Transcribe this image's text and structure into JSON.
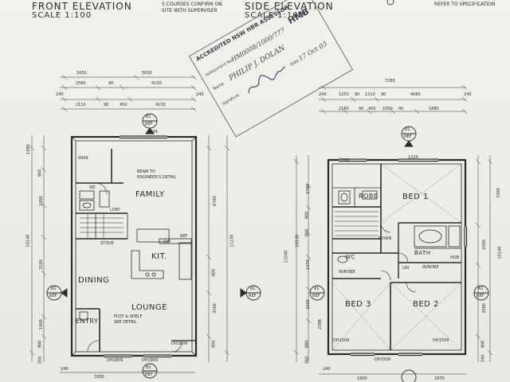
{
  "header": {
    "front_title": "FRONT ELEVATION",
    "front_scale": "SCALE 1:100",
    "side_title": "SIDE ELEVATION",
    "side_scale": "SCALE 1:100",
    "note_courses": "5 COURSES CONFIRM ON",
    "note_site": "SITE WITH SUPERVISER",
    "note_refer": "REFER TO SPECIFICATION"
  },
  "stamp": {
    "line1": "ACCREDITED NSW HBR ASSESSOR",
    "assessment_label": "Assessment No",
    "assessment_value": "HM0008/1000/777",
    "name_label": "Name",
    "name_value": "PHILIP J. DOLAN",
    "signature_label": "Signature",
    "date_label": "Date",
    "date_value": "17 Oct 03",
    "logo": "HMB"
  },
  "plan_left": {
    "rooms": {
      "family": "FAMILY",
      "kit": "KIT.",
      "dining": "DINING",
      "lounge": "LOUNGE",
      "entry": "ENTRY",
      "stove": "STOVE",
      "ref": "REF",
      "dw": "DW",
      "wc": "WC",
      "ldry": "LDRY"
    },
    "notes": {
      "beam1": "BEAM TO",
      "beam2": "ENGINEER'S DETAIL",
      "plot1": "PLOT & SHELF",
      "plot2": "SEE DETAIL"
    },
    "codes": {
      "dh1809a": "DH1809",
      "dh1809b": "DH1809",
      "dh1809c": "DH1809",
      "w0909": "0909",
      "w1504": "1504"
    },
    "dims_top": {
      "d1650": "1650",
      "d5630": "5630",
      "d2560": "2560",
      "d90": "90",
      "d4150a": "4150",
      "d2110": "2110",
      "d90b": "90",
      "d450": "450",
      "d4150b": "4150",
      "d240a": "240",
      "d240b": "240"
    },
    "dims_left": [
      "1090",
      "900",
      "1000",
      "10140",
      "3100",
      "1600",
      "900",
      "260"
    ],
    "dims_right": [
      "6760",
      "11230",
      "3100",
      "900",
      "800"
    ],
    "dims_bottom": {
      "d240": "240",
      "d3300": "3300"
    }
  },
  "plan_right": {
    "rooms": {
      "bed1": "BED 1",
      "bed2": "BED 2",
      "bed3": "BED 3",
      "robe": "ROBE",
      "bath": "BATH",
      "wc": "WC",
      "wrobe1": "W/ROBE",
      "wrobe2": "W/ROBE",
      "lin": "LIN",
      "down": "DOWN",
      "hob": "HOB"
    },
    "codes": {
      "w1209": "1209",
      "w1224": "1224",
      "dh1509a": "DH1509",
      "dh1509b": "DH1509",
      "dh1509c": "DH1509"
    },
    "dims_top": {
      "d7280": "7280",
      "d1250": "1250",
      "d90": "90",
      "d1310": "1310",
      "d90b": "90",
      "d4060": "4060",
      "d2160": "2160",
      "d90c": "90",
      "d400": "400",
      "d1000": "1000",
      "d90d": "90",
      "d1880": "1880",
      "d240": "240",
      "d240b": "240"
    },
    "dims_left": [
      "11040",
      "10140",
      "2790",
      "900",
      "860",
      "1070",
      "3200",
      "2398",
      "880",
      "260"
    ],
    "dims_right": [
      "3300",
      "10140",
      "2000",
      "3580",
      "900",
      "240"
    ],
    "dims_bottom": {
      "d1900": "1900",
      "d2970": "2970",
      "d240": "240"
    }
  },
  "section_marks": {
    "b1": "B1",
    "ref": "REF",
    "a1": "A1"
  }
}
